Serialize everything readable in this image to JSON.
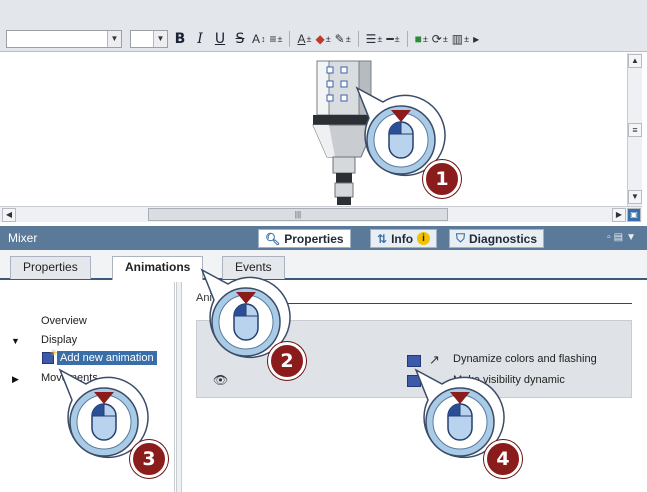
{
  "toolbar": {
    "font_combo_value": "",
    "size_combo_value": "",
    "buttons": [
      "B",
      "I",
      "U",
      "S",
      "A"
    ]
  },
  "inspector": {
    "object_name": "Mixer",
    "header_tabs": [
      {
        "label": "Properties",
        "icon": "properties-icon",
        "active": true
      },
      {
        "label": "Info",
        "icon": "info-icon",
        "active": false
      },
      {
        "label": "Diagnostics",
        "icon": "diagnostics-icon",
        "active": false
      }
    ],
    "info_badge": "i",
    "sub_tabs": [
      {
        "label": "Properties",
        "active": false
      },
      {
        "label": "Animations",
        "active": true
      },
      {
        "label": "Events",
        "active": false
      }
    ],
    "tree": [
      {
        "label": "Overview",
        "expandable": false
      },
      {
        "label": "Display",
        "expandable": true,
        "expanded": true
      },
      {
        "label": "Add new animation",
        "selected": true
      },
      {
        "label": "Movements",
        "expandable": true,
        "expanded": false
      }
    ],
    "section_label": "Ani",
    "options": [
      {
        "label": "Dynamize colors and flashing"
      },
      {
        "label": "Make visibility dynamic"
      }
    ]
  },
  "callouts": [
    "1",
    "2",
    "3",
    "4"
  ],
  "colors": {
    "header_bg": "#5b7a9a",
    "selection": "#3a6ea8",
    "badge": "#8a1c1c",
    "cursor_ring": "#7fb3d9"
  }
}
